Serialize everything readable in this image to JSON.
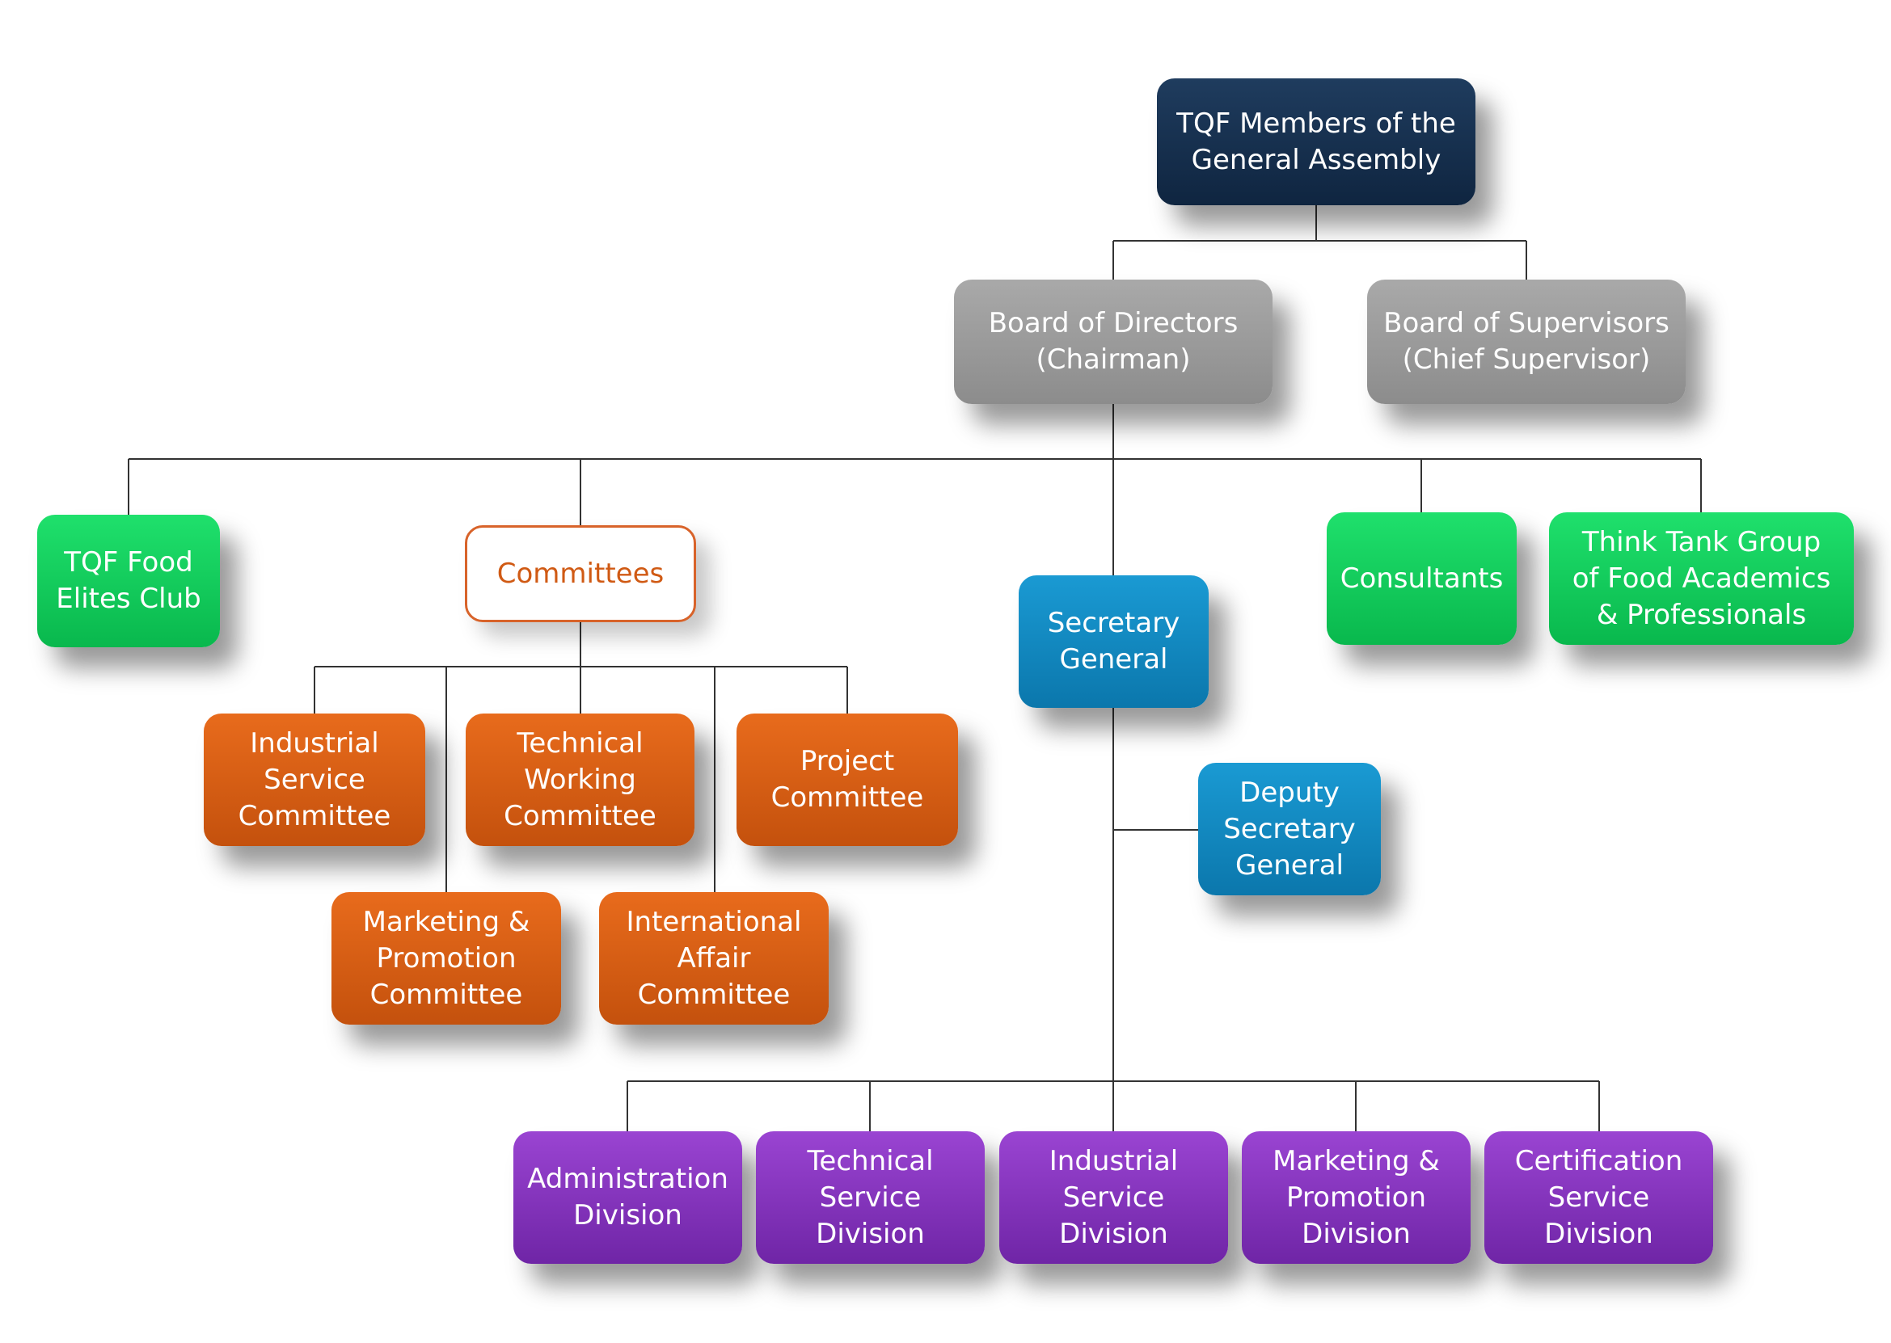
{
  "diagram": {
    "nodes": {
      "general_assembly": "TQF Members of the\nGeneral Assembly",
      "board_directors": "Board of Directors\n(Chairman)",
      "board_supervisors": "Board of Supervisors\n(Chief Supervisor)",
      "food_elites": "TQF Food\nElites Club",
      "committees": "Committees",
      "secretary_general": "Secretary\nGeneral",
      "consultants": "Consultants",
      "think_tank": "Think Tank Group\nof Food Academics\n& Professionals",
      "industrial_service_committee": "Industrial\nService\nCommittee",
      "technical_working_committee": "Technical\nWorking\nCommittee",
      "project_committee": "Project\nCommittee",
      "marketing_committee": "Marketing &\nPromotion\nCommittee",
      "international_committee": "International\nAffair\nCommittee",
      "deputy_secretary": "Deputy\nSecretary\nGeneral",
      "administration_division": "Administration\nDivision",
      "technical_service_division": "Technical\nService\nDivision",
      "industrial_service_division": "Industrial\nService\nDivision",
      "marketing_division": "Marketing &\nPromotion\nDivision",
      "certification_division": "Certification\nService\nDivision"
    },
    "colors": {
      "top": "#14304f",
      "board": "#9a9a9a",
      "advisory": "#12cf5c",
      "committee": "#d55e14",
      "secretariat": "#1187c0",
      "division": "#8434bd",
      "connector": "#333333"
    }
  }
}
